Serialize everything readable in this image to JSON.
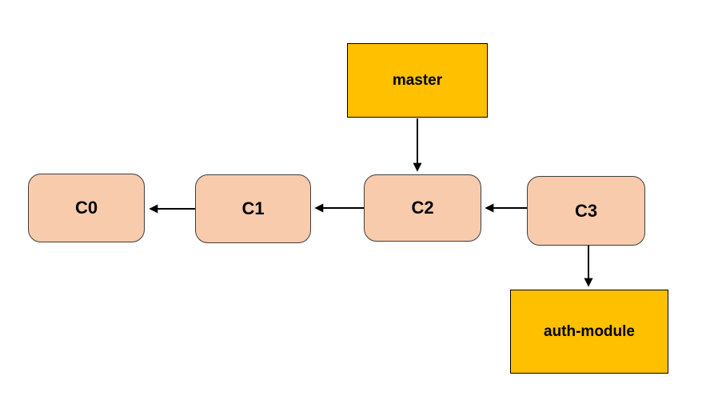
{
  "diagram": {
    "kind": "git-commit-branch-diagram",
    "nodes": {
      "c0": {
        "label": "C0",
        "type": "commit"
      },
      "c1": {
        "label": "C1",
        "type": "commit"
      },
      "c2": {
        "label": "C2",
        "type": "commit"
      },
      "c3": {
        "label": "C3",
        "type": "commit"
      },
      "master": {
        "label": "master",
        "type": "branch-pointer"
      },
      "auth_module": {
        "label": "auth-module",
        "type": "branch-pointer"
      }
    },
    "edges": [
      {
        "from": "C1",
        "to": "C0",
        "direction": "left"
      },
      {
        "from": "C2",
        "to": "C1",
        "direction": "left"
      },
      {
        "from": "C3",
        "to": "C2",
        "direction": "left"
      },
      {
        "from": "master",
        "to": "C2",
        "direction": "down"
      },
      {
        "from": "C3",
        "to": "auth-module",
        "direction": "down"
      }
    ],
    "colors": {
      "commit_fill": "#F8CBAD",
      "commit_border": "#3d3d3d",
      "branch_fill": "#FFC000",
      "branch_border": "#000000",
      "arrow": "#000000",
      "text": "#000000",
      "background": "#FFFFFF"
    }
  }
}
